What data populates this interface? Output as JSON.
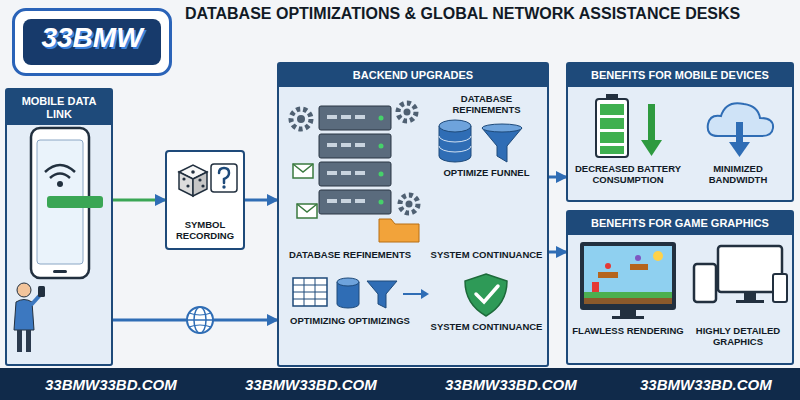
{
  "diagram": {
    "title": "DATABASE OPTIMIZATIONS & GLOBAL NETWORK ASSISTANCE DESKS",
    "nodes": [
      {
        "text": [
          "MOBILE DATA LINK"
        ]
      },
      {
        "text": [
          "SYMBOL RECORDING"
        ]
      },
      {
        "text": [
          "BACKEND UPGRADES"
        ]
      },
      {
        "text": [
          "BENEFITS FOR MOBILE DEVICES"
        ]
      },
      {
        "text": [
          "BENEFITS FOR GAME GRAPHICS"
        ]
      }
    ],
    "edges": [
      {
        "from": 0,
        "to": 1,
        "arrow": "to"
      },
      {
        "from": 1,
        "to": 2,
        "arrow": "to"
      },
      {
        "from": 2,
        "to": 3,
        "arrow": "to"
      },
      {
        "from": 2,
        "to": 4,
        "arrow": "to"
      },
      {
        "from": 0,
        "to": 2,
        "arrow": "to"
      }
    ],
    "labels": [
      "33BMW",
      "DATABASE REFINEMENTS",
      "OPTIMIZE FUNNEL",
      "DATABASE REFINEMENTS",
      "SYSTEM CONTINUANCE",
      "OPTIMIZING OPTIMIZINGS",
      "SYSTEM CONTINUANCE",
      "DECREASED BATTERY CONSUMPTION",
      "MINIMIZED BANDWIDTH",
      "FLAWLESS RENDERING",
      "HIGHLY DETAILED GRAPHICS",
      "33BMW33BD.COM",
      "33BMW33BD.COM",
      "33BMW33BD.COM",
      "33BMW33BD.COM"
    ]
  }
}
